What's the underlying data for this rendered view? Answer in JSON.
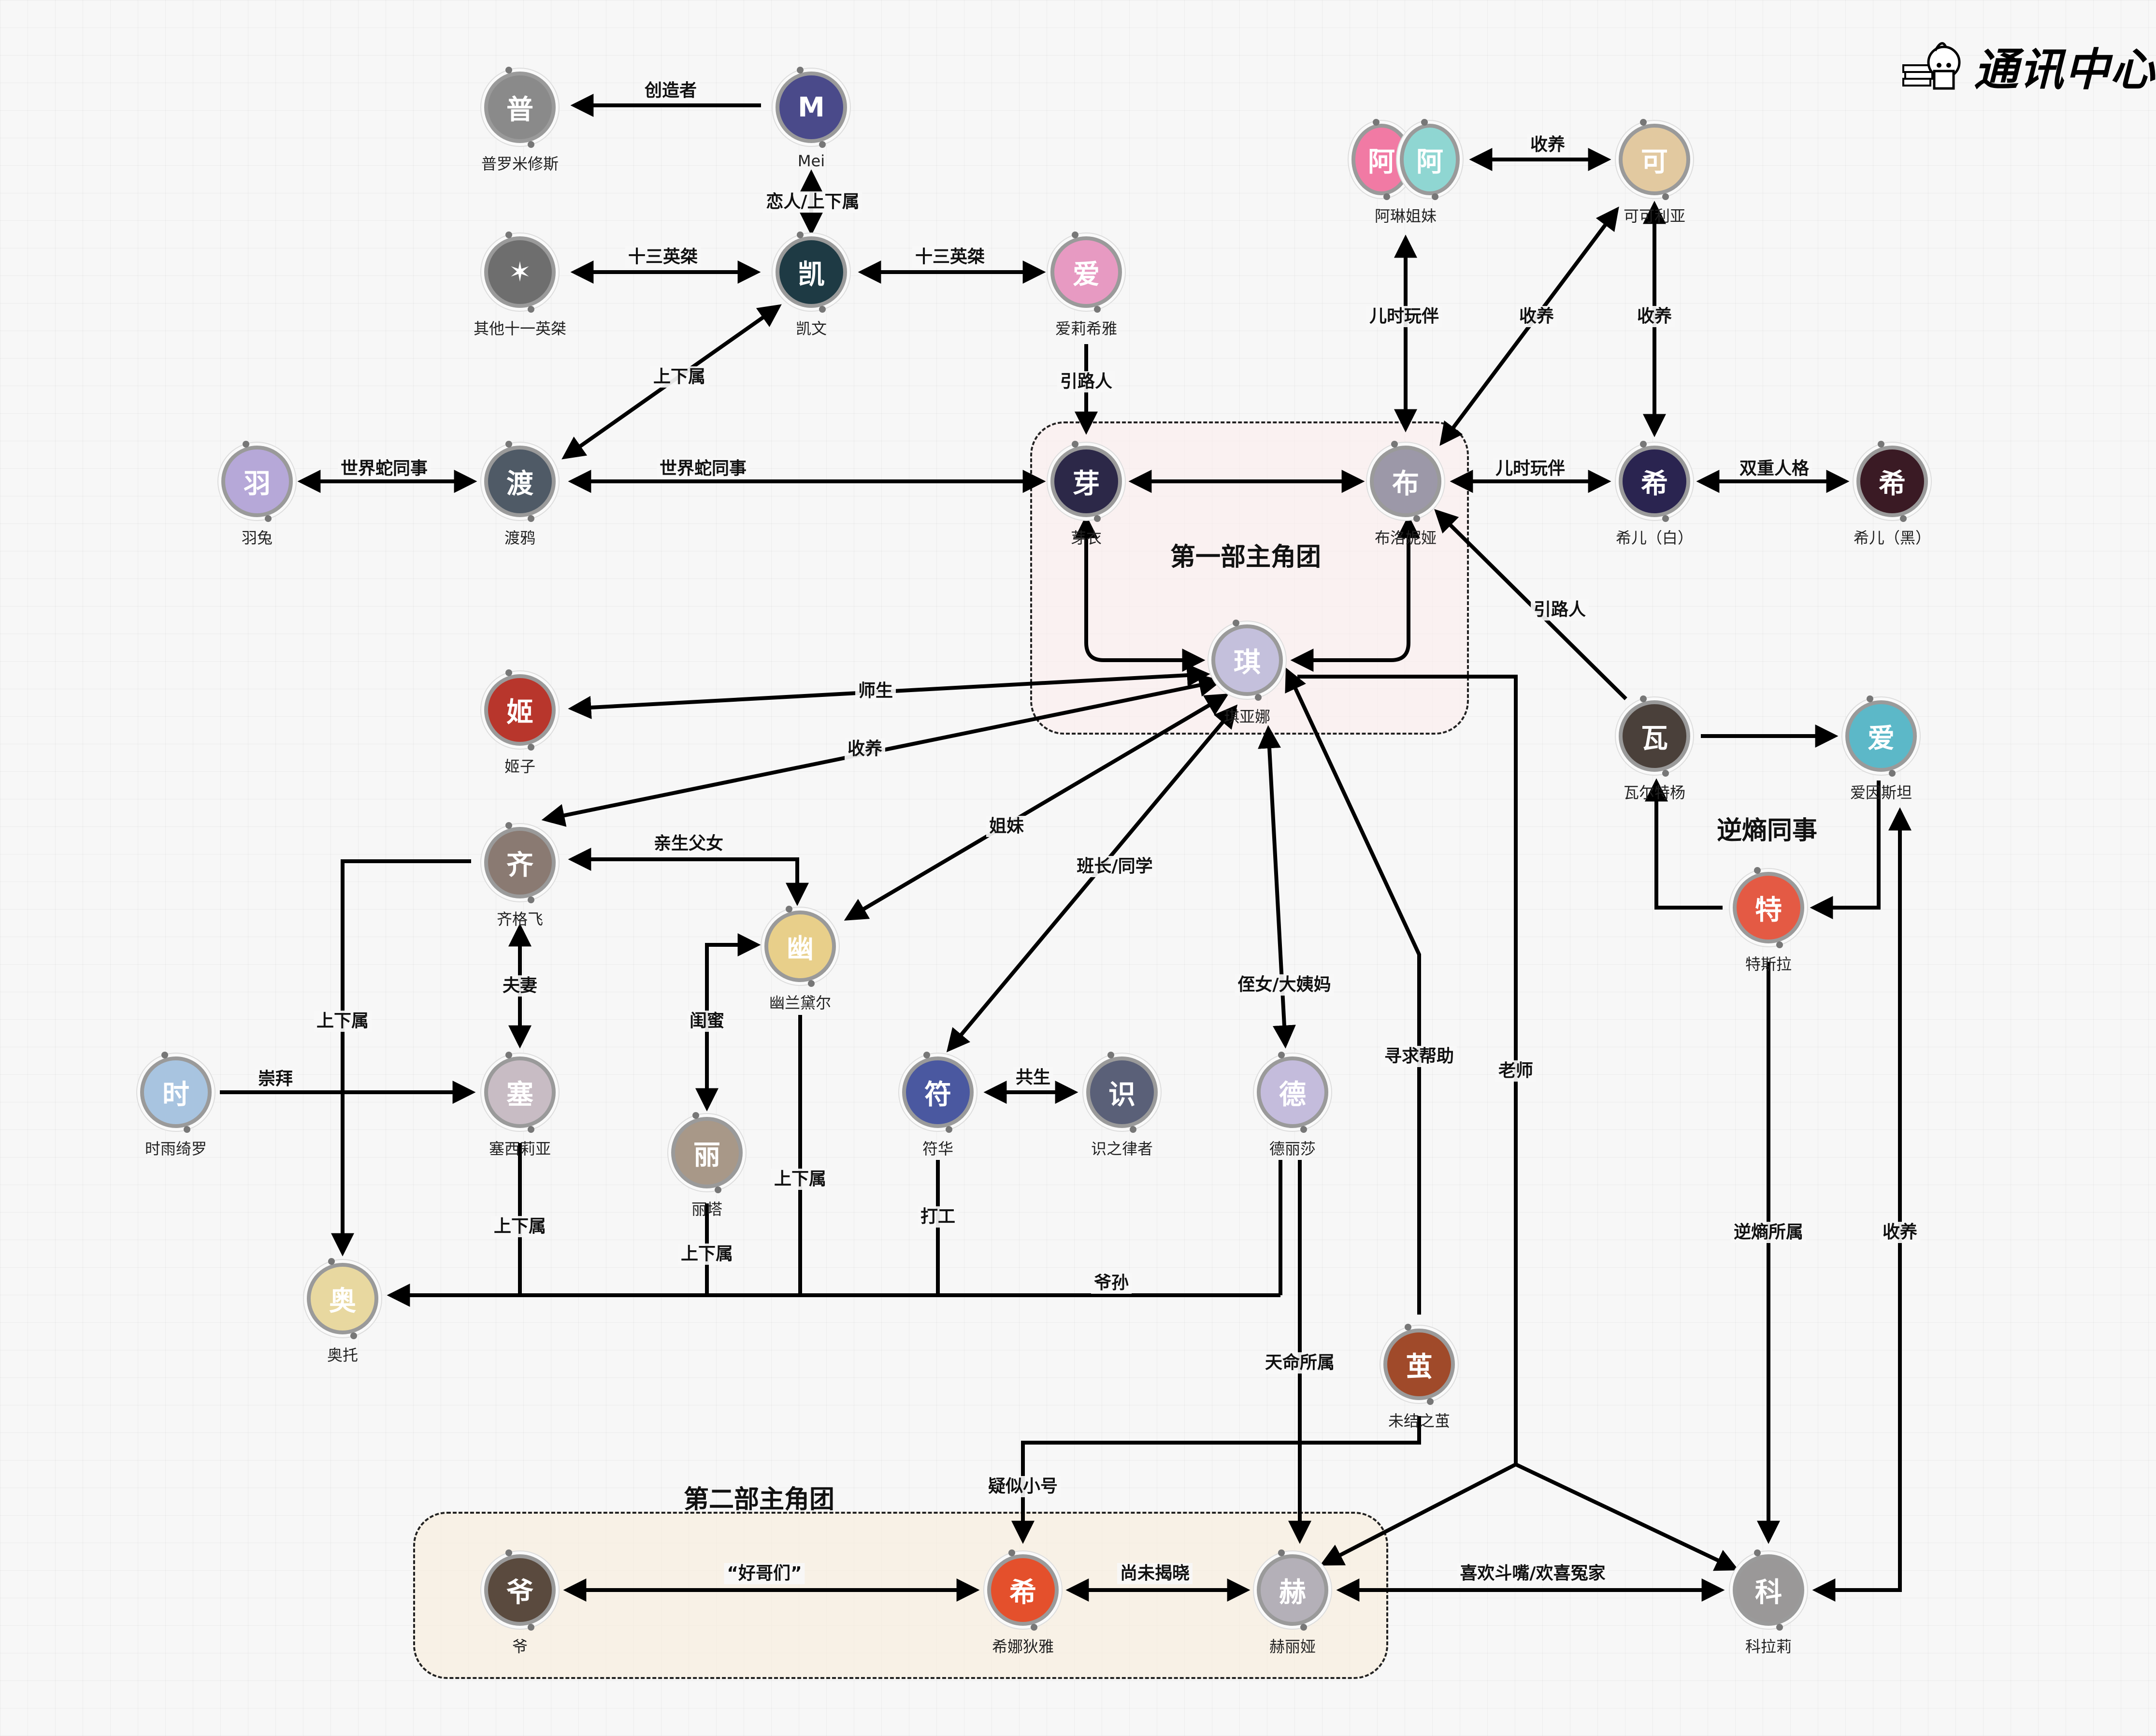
{
  "logo": {
    "title": "通讯中心",
    "icon": "mascot-reading-book-icon"
  },
  "groups": [
    {
      "id": "group1",
      "title": "第一部主角团"
    },
    {
      "id": "group2",
      "title": "第二部主角团"
    },
    {
      "id": "group3",
      "title": "逆熵同事"
    }
  ],
  "nodes": [
    {
      "id": "prometheus",
      "label": "普罗米修斯",
      "color": "#8a8a8a",
      "initial": "普"
    },
    {
      "id": "mei",
      "label": "Mei",
      "color": "#4a4a8a",
      "initial": "M"
    },
    {
      "id": "eleven",
      "label": "其他十一英桀",
      "color": "#6e6e6e",
      "initial": "✶"
    },
    {
      "id": "kevin",
      "label": "凯文",
      "color": "#1e3a44",
      "initial": "凯"
    },
    {
      "id": "elysia",
      "label": "爱莉希雅",
      "color": "#e79ac2",
      "initial": "爱"
    },
    {
      "id": "arin",
      "label": "阿琳姐妹",
      "color": "#f17aa4",
      "color2": "#8fd6d2",
      "initial": "阿",
      "double": true
    },
    {
      "id": "cocolia",
      "label": "可可利亚",
      "color": "#e2c9a0",
      "initial": "可"
    },
    {
      "id": "yutu",
      "label": "羽兔",
      "color": "#b6a8d8",
      "initial": "羽"
    },
    {
      "id": "raven",
      "label": "渡鸦",
      "color": "#4f5a66",
      "initial": "渡"
    },
    {
      "id": "raiden",
      "label": "芽衣",
      "color": "#2c2848",
      "initial": "芽"
    },
    {
      "id": "bronya",
      "label": "布洛妮娅",
      "color": "#9c98a8",
      "initial": "布"
    },
    {
      "id": "seele_w",
      "label": "希儿（白）",
      "color": "#2a2450",
      "initial": "希"
    },
    {
      "id": "seele_b",
      "label": "希儿（黑）",
      "color": "#3a1a24",
      "initial": "希"
    },
    {
      "id": "kiana",
      "label": "琪亚娜",
      "color": "#c4c0dc",
      "initial": "琪"
    },
    {
      "id": "himeko",
      "label": "姬子",
      "color": "#b8362c",
      "initial": "姬"
    },
    {
      "id": "welt",
      "label": "瓦尔特杨",
      "color": "#4a403a",
      "initial": "瓦"
    },
    {
      "id": "einstein",
      "label": "爱因斯坦",
      "color": "#5cb8c8",
      "initial": "爱"
    },
    {
      "id": "siegfried",
      "label": "齐格飞",
      "color": "#8a7a72",
      "initial": "齐"
    },
    {
      "id": "durandal",
      "label": "幽兰黛尔",
      "color": "#e8cf8a",
      "initial": "幽"
    },
    {
      "id": "tesla",
      "label": "特斯拉",
      "color": "#e45a44",
      "initial": "特"
    },
    {
      "id": "kira",
      "label": "时雨绮罗",
      "color": "#a8c4e0",
      "initial": "时"
    },
    {
      "id": "cecilia",
      "label": "塞西莉亚",
      "color": "#c8bcc4",
      "initial": "塞"
    },
    {
      "id": "rita",
      "label": "丽塔",
      "color": "#a89888",
      "initial": "丽"
    },
    {
      "id": "fuhua",
      "label": "符华",
      "color": "#4a58a0",
      "initial": "符"
    },
    {
      "id": "herrscher_sentience",
      "label": "识之律者",
      "color": "#5a6078",
      "initial": "识"
    },
    {
      "id": "theresa",
      "label": "德丽莎",
      "color": "#c4bcdc",
      "initial": "德"
    },
    {
      "id": "otto",
      "label": "奥托",
      "color": "#e8d8a0",
      "initial": "奥"
    },
    {
      "id": "cocoon",
      "label": "未结之茧",
      "color": "#a04a2a",
      "initial": "茧"
    },
    {
      "id": "ye",
      "label": "爷",
      "color": "#5a4a3e",
      "initial": "爷"
    },
    {
      "id": "senadina",
      "label": "希娜狄雅",
      "color": "#e4502c",
      "initial": "希"
    },
    {
      "id": "helia",
      "label": "赫丽娅",
      "color": "#b4b0b8",
      "initial": "赫"
    },
    {
      "id": "coralie",
      "label": "科拉莉",
      "color": "#9a9898",
      "initial": "科"
    }
  ],
  "edge_labels": [
    {
      "id": "creator",
      "text": "创造者"
    },
    {
      "id": "lover_subordinate",
      "text": "恋人/上下属"
    },
    {
      "id": "thirteen_left",
      "text": "十三英桀"
    },
    {
      "id": "thirteen_right",
      "text": "十三英桀"
    },
    {
      "id": "subordinate_raven_kevin",
      "text": "上下属"
    },
    {
      "id": "guide_elysia",
      "text": "引路人"
    },
    {
      "id": "worldserpent_yutu",
      "text": "世界蛇同事"
    },
    {
      "id": "worldserpent_raven",
      "text": "世界蛇同事"
    },
    {
      "id": "adopt_arin_cocolia",
      "text": "收养"
    },
    {
      "id": "childhood_arin",
      "text": "儿时玩伴"
    },
    {
      "id": "adopt_cocolia_bronya",
      "text": "收养"
    },
    {
      "id": "adopt_cocolia_seele",
      "text": "收养"
    },
    {
      "id": "childhood_seele",
      "text": "儿时玩伴"
    },
    {
      "id": "dual_personality",
      "text": "双重人格"
    },
    {
      "id": "guide_welt",
      "text": "引路人"
    },
    {
      "id": "teacher_student",
      "text": "师生"
    },
    {
      "id": "adopt_siegfried",
      "text": "收养"
    },
    {
      "id": "sisters",
      "text": "姐妹"
    },
    {
      "id": "monitor_classmate",
      "text": "班长/同学"
    },
    {
      "id": "niece_aunt",
      "text": "侄女/大姨妈"
    },
    {
      "id": "seek_help",
      "text": "寻求帮助"
    },
    {
      "id": "teacher",
      "text": "老师"
    },
    {
      "id": "biological_father",
      "text": "亲生父女"
    },
    {
      "id": "couple",
      "text": "夫妻"
    },
    {
      "id": "subordinate_siegfried_otto",
      "text": "上下属"
    },
    {
      "id": "worship",
      "text": "崇拜"
    },
    {
      "id": "bestie",
      "text": "闺蜜"
    },
    {
      "id": "subordinate_cecilia",
      "text": "上下属"
    },
    {
      "id": "subordinate_rita",
      "text": "上下属"
    },
    {
      "id": "subordinate_durandal",
      "text": "上下属"
    },
    {
      "id": "symbiosis",
      "text": "共生"
    },
    {
      "id": "part_time",
      "text": "打工"
    },
    {
      "id": "grandpa_grandchild",
      "text": "爷孙"
    },
    {
      "id": "destiny_belong",
      "text": "天命所属"
    },
    {
      "id": "suspected_alt",
      "text": "疑似小号"
    },
    {
      "id": "good_bro",
      "text": "“好哥们”"
    },
    {
      "id": "unrevealed",
      "text": "尚未揭晓"
    },
    {
      "id": "bickering",
      "text": "喜欢斗嘴/欢喜冤家"
    },
    {
      "id": "antientropy_belong",
      "text": "逆熵所属"
    },
    {
      "id": "adopt_einstein_coralie",
      "text": "收养"
    }
  ]
}
